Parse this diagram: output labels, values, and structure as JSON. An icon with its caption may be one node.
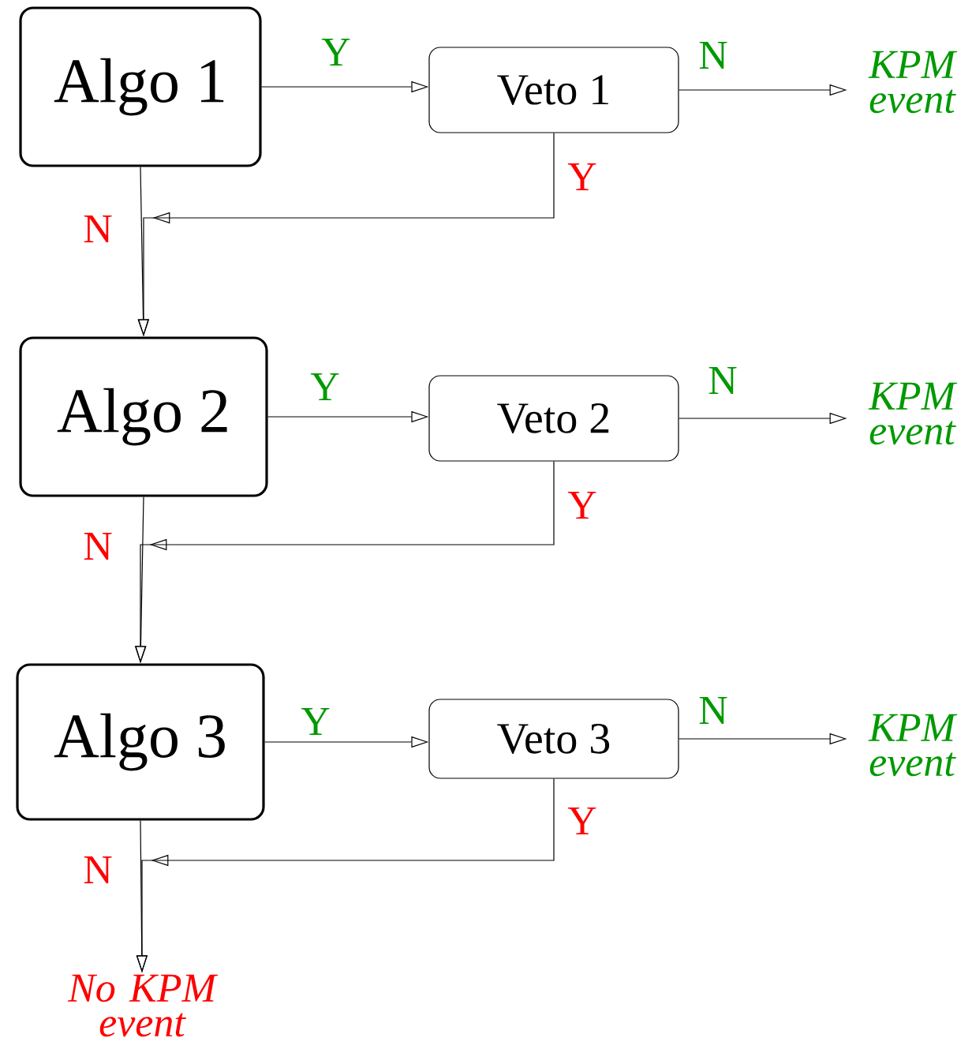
{
  "diagram": {
    "nodes": [
      {
        "text": [
          "Algo 1"
        ]
      },
      {
        "text": [
          "Veto 1"
        ]
      },
      {
        "text": [
          "KPM event"
        ]
      },
      {
        "text": [
          "Algo 2"
        ]
      },
      {
        "text": [
          "Veto 2"
        ]
      },
      {
        "text": [
          "KPM event"
        ]
      },
      {
        "text": [
          "Algo 3"
        ]
      },
      {
        "text": [
          "Veto 3"
        ]
      },
      {
        "text": [
          "KPM event"
        ]
      },
      {
        "text": [
          "No KPM event"
        ]
      }
    ],
    "edges": [
      {
        "from": 0,
        "to": 1,
        "arrow": "to",
        "label": "Y"
      },
      {
        "from": 1,
        "to": 2,
        "arrow": "to",
        "label": "N"
      },
      {
        "from": 1,
        "to": 3,
        "arrow": "to",
        "label": "Y"
      },
      {
        "from": 0,
        "to": 3,
        "arrow": "to",
        "label": "N"
      },
      {
        "from": 3,
        "to": 4,
        "arrow": "to",
        "label": "Y"
      },
      {
        "from": 4,
        "to": 5,
        "arrow": "to",
        "label": "N"
      },
      {
        "from": 4,
        "to": 6,
        "arrow": "to",
        "label": "Y"
      },
      {
        "from": 3,
        "to": 6,
        "arrow": "to",
        "label": "N"
      },
      {
        "from": 6,
        "to": 7,
        "arrow": "to",
        "label": "Y"
      },
      {
        "from": 7,
        "to": 8,
        "arrow": "to",
        "label": "N"
      },
      {
        "from": 7,
        "to": 9,
        "arrow": "to",
        "label": "Y"
      },
      {
        "from": 6,
        "to": 9,
        "arrow": "to",
        "label": "N"
      }
    ]
  }
}
